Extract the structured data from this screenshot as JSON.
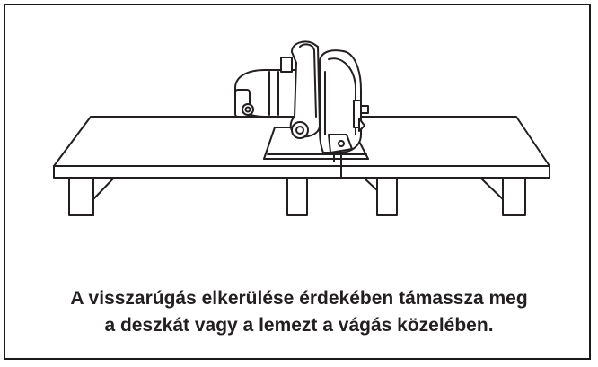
{
  "caption": {
    "line1": "A visszarúgás elkerülése érdekében támassza meg",
    "line2": "a deszkát vagy a lemezt a vágás közelében."
  },
  "colors": {
    "ink": "#231f20",
    "border": "#1a1a1a",
    "background": "#ffffff"
  },
  "illustration": {
    "subject": "circular-saw-on-supported-board"
  }
}
